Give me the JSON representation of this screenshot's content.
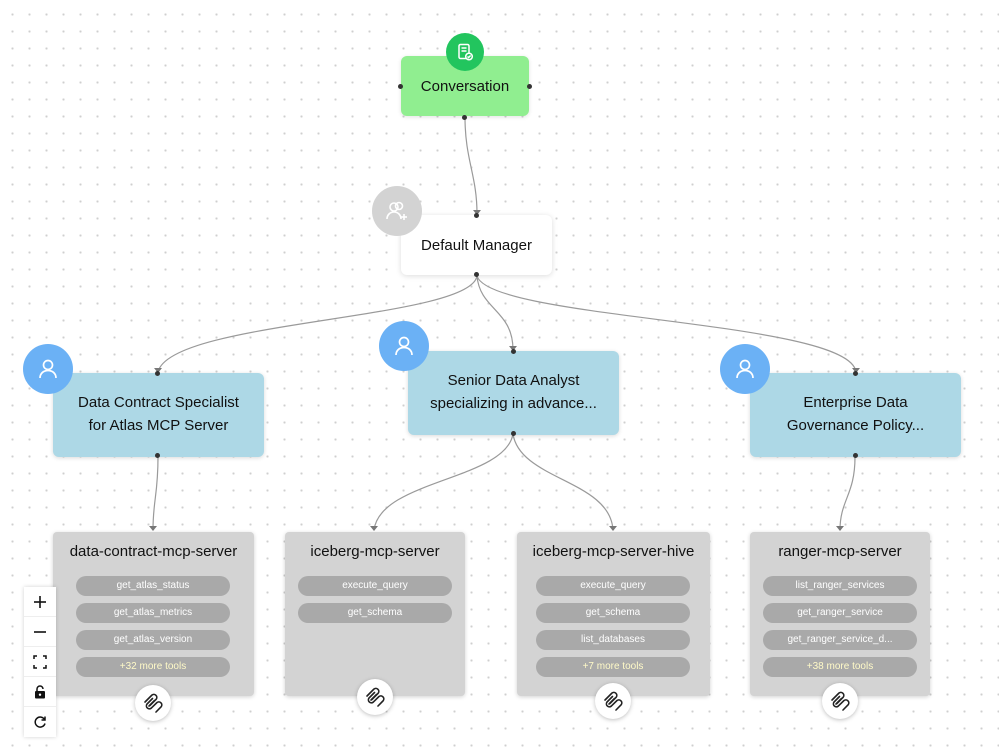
{
  "conversation": {
    "label": "Conversation",
    "icon": "document-check-icon",
    "color": "#90ee90"
  },
  "manager": {
    "label": "Default Manager",
    "icon": "user-plus-icon"
  },
  "agents": [
    {
      "label": "Data Contract Specialist for Atlas MCP Server",
      "icon": "user-icon"
    },
    {
      "label": "Senior Data Analyst specializing in advance...",
      "icon": "user-icon"
    },
    {
      "label": "Enterprise Data Governance Policy...",
      "icon": "user-icon"
    }
  ],
  "servers": [
    {
      "name": "data-contract-mcp-server",
      "tools": [
        "get_atlas_status",
        "get_atlas_metrics",
        "get_atlas_version"
      ],
      "more": "+32 more tools"
    },
    {
      "name": "iceberg-mcp-server",
      "tools": [
        "execute_query",
        "get_schema"
      ],
      "more": ""
    },
    {
      "name": "iceberg-mcp-server-hive",
      "tools": [
        "execute_query",
        "get_schema",
        "list_databases"
      ],
      "more": "+7 more tools"
    },
    {
      "name": "ranger-mcp-server",
      "tools": [
        "list_ranger_services",
        "get_ranger_service",
        "get_ranger_service_d..."
      ],
      "more": "+38 more tools"
    }
  ],
  "controls": [
    "zoom-in-icon",
    "zoom-out-icon",
    "fit-view-icon",
    "lock-icon",
    "reset-icon"
  ],
  "colors": {
    "agent": "#add8e6",
    "server": "#d3d3d3",
    "tool_pill": "#a9a9a9",
    "avatar": "#6bb1f5"
  }
}
